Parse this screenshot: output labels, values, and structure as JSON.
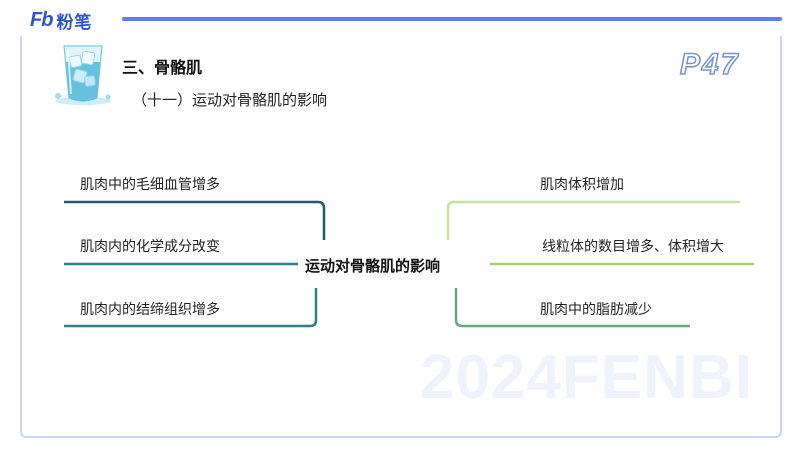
{
  "brand": {
    "logo": "Fb",
    "name": "粉笔"
  },
  "header": {
    "section_title": "三、骨骼肌",
    "subtitle": "（十一）运动对骨骼肌的影响",
    "page_number": "P47"
  },
  "mindmap": {
    "center": "运动对骨骼肌的影响",
    "left_branches": [
      "肌肉中的毛细血管增多",
      "肌肉内的化学成分改变",
      "肌肉内的结缔组织增多"
    ],
    "right_branches": [
      "肌肉体积增加",
      "线粒体的数目增多、体积增大",
      "肌肉中的脂肪减少"
    ]
  },
  "watermark": "2024FENBI",
  "colors": {
    "brand_blue": "#2f57c9",
    "frame": "#c8d6f6",
    "left_branch_dark": "#1f5d6b",
    "left_branch_mid": "#2e7f86",
    "right_branch_light": "#c6e39a",
    "right_branch_mid": "#a8d178",
    "right_branch_green": "#6aa47a"
  }
}
